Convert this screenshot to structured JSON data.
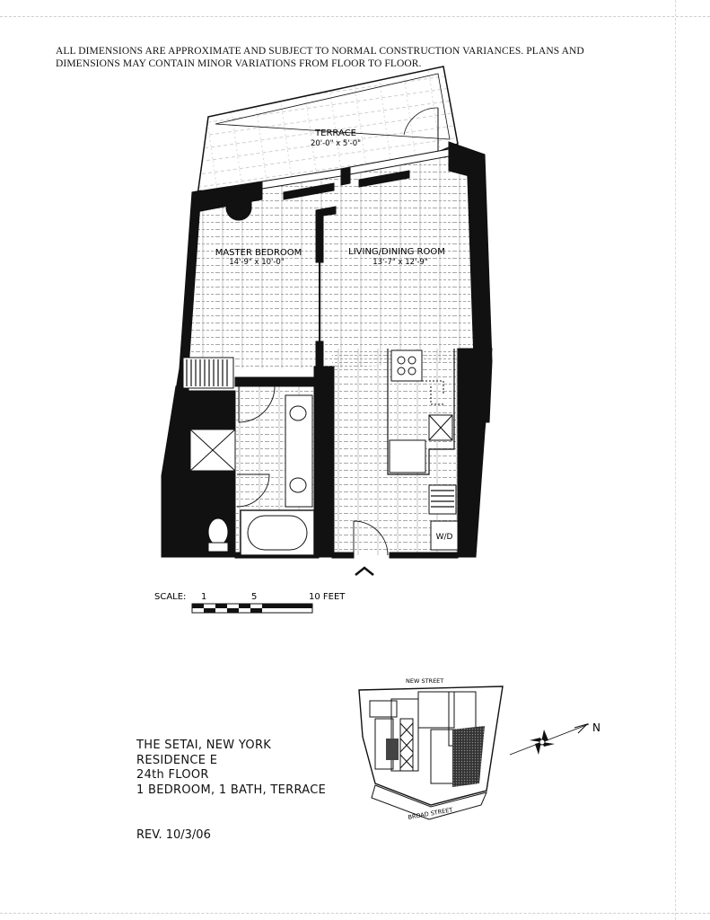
{
  "disclaimer": {
    "line1": "ALL DIMENSIONS ARE APPROXIMATE AND SUBJECT TO NORMAL CONSTRUCTION VARIANCES.  PLANS AND",
    "line2": "DIMENSIONS MAY CONTAIN MINOR VARIATIONS FROM FLOOR TO FLOOR."
  },
  "rooms": {
    "terrace": {
      "name": "TERRACE",
      "size": "20'-0\" x 5'-0\""
    },
    "master_bedroom": {
      "name": "MASTER BEDROOM",
      "size": "14'-9\" x 10'-0\""
    },
    "living_dining": {
      "name": "LIVING/DINING ROOM",
      "size": "13'-7\" x 12'-9\""
    },
    "washer_dryer": "W/D"
  },
  "scale": {
    "label": "SCALE:",
    "ticks": [
      "1",
      "5",
      "10 FEET"
    ]
  },
  "keyplan": {
    "top_street": "NEW STREET",
    "bottom_street": "BROAD STREET",
    "compass": "N"
  },
  "title_block": {
    "line1": "THE SETAI, NEW YORK",
    "line2": "RESIDENCE E",
    "line3": "24th FLOOR",
    "line4": "1 BEDROOM, 1 BATH, TERRACE"
  },
  "revision": "REV. 10/3/06",
  "colors": {
    "ink": "#111111",
    "hatch": "#6a6a6a",
    "paper": "#ffffff"
  }
}
